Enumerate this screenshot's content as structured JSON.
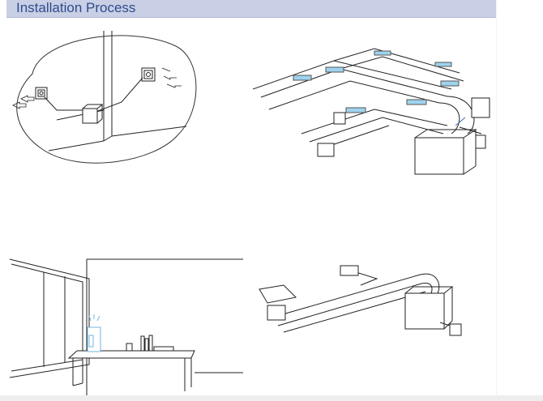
{
  "header": {
    "title": "Installation Process",
    "bar_color": "#c9cfe4",
    "title_color": "#2f4b8f"
  },
  "illustrations": [
    {
      "id": "room-vent-scene",
      "icon": "room-vents-illustration"
    },
    {
      "id": "duct-network",
      "icon": "duct-network-illustration"
    },
    {
      "id": "office-room",
      "icon": "office-room-illustration"
    },
    {
      "id": "duct-unit",
      "icon": "duct-unit-illustration"
    }
  ],
  "colors": {
    "line": "#222222",
    "duct_highlight": "#9fd3ee"
  }
}
